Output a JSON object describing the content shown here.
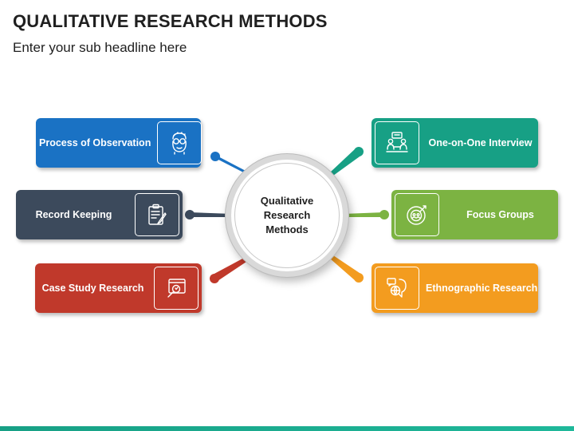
{
  "header": {
    "title": "QUALITATIVE RESEARCH METHODS",
    "subtitle": "Enter your sub headline here"
  },
  "center": {
    "line1": "Qualitative",
    "line2": "Research",
    "line3": "Methods"
  },
  "methods": [
    {
      "label": "Process of Observation",
      "icon": "observer-goggles-icon",
      "color": "#1a72c4"
    },
    {
      "label": "Record Keeping",
      "icon": "clipboard-pencil-icon",
      "color": "#3c4a5c"
    },
    {
      "label": "Case Study Research",
      "icon": "magnifier-document-icon",
      "color": "#c0392b"
    },
    {
      "label": "One-on-One Interview",
      "icon": "interview-people-icon",
      "color": "#17a085"
    },
    {
      "label": "Focus Groups",
      "icon": "target-group-icon",
      "color": "#7cb342"
    },
    {
      "label": "Ethnographic Research",
      "icon": "globe-magnifier-icon",
      "color": "#f39c1f"
    }
  ],
  "colors": {
    "bottom_bar": "#17a085",
    "center_ring": "#d9d9d9"
  }
}
